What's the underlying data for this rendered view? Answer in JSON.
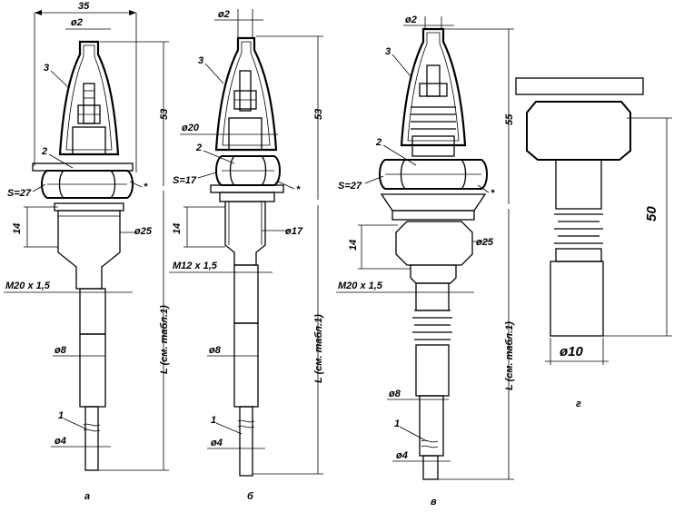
{
  "figure_a": {
    "caption": "а",
    "dim_width": "35",
    "dim_tip": "ø2",
    "dim_height": "53",
    "label_cap": "3",
    "label_nut": "2",
    "label_wrench": "S=27",
    "label_star": "*",
    "dim_thread_len": "14",
    "dim_body": "ø25",
    "dim_thread": "M20 x 1,5",
    "dim_rod": "ø8",
    "dim_length": "L (см. табл.1)",
    "label_probe": "1",
    "dim_probe": "ø4"
  },
  "figure_b": {
    "caption": "б",
    "dim_tip": "ø2",
    "dim_height": "53",
    "label_cap": "3",
    "dim_cap": "ø20",
    "label_nut": "2",
    "label_wrench": "S=17",
    "label_star": "*",
    "dim_thread_len": "14",
    "dim_body": "ø17",
    "dim_thread": "M12 x 1,5",
    "dim_rod": "ø8",
    "dim_length": "L (см. табл.1)",
    "label_probe": "1",
    "dim_probe": "ø4"
  },
  "figure_v": {
    "caption": "в",
    "dim_tip": "ø2",
    "dim_height": "55",
    "label_cap": "3",
    "label_nut": "2",
    "label_wrench": "S=27",
    "label_star": "*",
    "dim_thread_len": "14",
    "dim_body": "ø25",
    "dim_thread": "M20 x 1,5",
    "dim_rod": "ø8",
    "dim_length": "L (см. табл.1)",
    "label_probe": "1",
    "dim_probe": "ø4"
  },
  "figure_g": {
    "caption": "г",
    "dim_height": "50",
    "dim_tip": "ø10"
  }
}
